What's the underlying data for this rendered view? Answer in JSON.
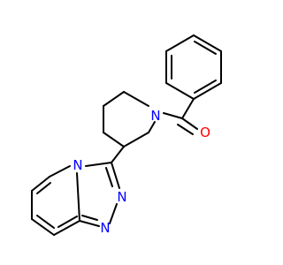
{
  "molecule": {
    "atoms": {
      "n_piperidine": "N",
      "o_carbonyl": "O",
      "n_triazole_bridgehead": "N",
      "n_triazole_2": "N",
      "n_triazole_3": "N"
    }
  },
  "colors": {
    "bond": "#000000",
    "nitrogen": "#0000ff",
    "oxygen": "#ff0000",
    "background": "#ffffff"
  }
}
